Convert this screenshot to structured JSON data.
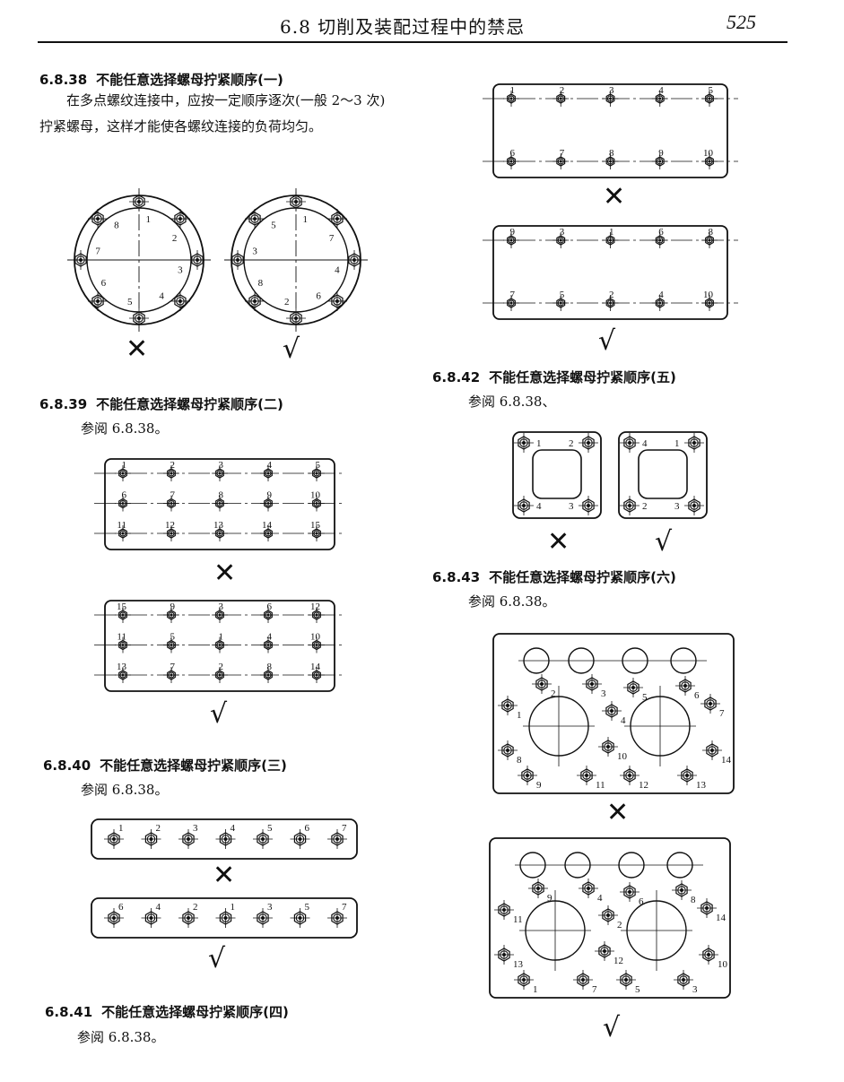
{
  "header": {
    "running_title": "6.8   切削及装配过程中的禁忌",
    "page_number": "525"
  },
  "marks": {
    "wrong": "✕",
    "right": "√"
  },
  "s38": {
    "number": "6.8.38",
    "title": "不能任意选择螺母拧紧顺序(一)",
    "body": "在多点螺纹连接中，应按一定顺序逐次(一般 2～3 次)拧紧螺母，这样才能使各螺纹连接的负荷均匀。",
    "wrong_labels": [
      "1",
      "2",
      "3",
      "4",
      "5",
      "6",
      "7",
      "8"
    ],
    "right_labels": [
      "1",
      "7",
      "4",
      "6",
      "2",
      "8",
      "3",
      "5"
    ]
  },
  "s39": {
    "number": "6.8.39",
    "title": "不能任意选择螺母拧紧顺序(二)",
    "ref": "参阅 6.8.38。",
    "wrong_rows": [
      [
        "1",
        "2",
        "3",
        "4",
        "5"
      ],
      [
        "6",
        "7",
        "8",
        "9",
        "10"
      ],
      [
        "11",
        "12",
        "13",
        "14",
        "15"
      ]
    ],
    "right_rows": [
      [
        "15",
        "9",
        "3",
        "6",
        "12"
      ],
      [
        "11",
        "5",
        "1",
        "4",
        "10"
      ],
      [
        "13",
        "7",
        "2",
        "8",
        "14"
      ]
    ]
  },
  "s40": {
    "number": "6.8.40",
    "title": "不能任意选择螺母拧紧顺序(三)",
    "ref": "参阅 6.8.38。",
    "wrong": [
      "1",
      "2",
      "3",
      "4",
      "5",
      "6",
      "7"
    ],
    "right": [
      "6",
      "4",
      "2",
      "1",
      "3",
      "5",
      "7"
    ]
  },
  "s41": {
    "number": "6.8.41",
    "title": "不能任意选择螺母拧紧顺序(四)",
    "ref": "参阅 6.8.38。",
    "wrong_rows": [
      [
        "1",
        "2",
        "3",
        "4",
        "5"
      ],
      [
        "6",
        "7",
        "8",
        "9",
        "10"
      ]
    ],
    "right_rows": [
      [
        "9",
        "3",
        "1",
        "6",
        "8"
      ],
      [
        "7",
        "5",
        "2",
        "4",
        "10"
      ]
    ]
  },
  "s42": {
    "number": "6.8.42",
    "title": "不能任意选择螺母拧紧顺序(五)",
    "ref": "参阅 6.8.38、",
    "wrong": [
      "1",
      "2",
      "4",
      "3"
    ],
    "right": [
      "4",
      "1",
      "2",
      "3"
    ]
  },
  "s43": {
    "number": "6.8.43",
    "title": "不能任意选择螺母拧紧顺序(六)",
    "ref": "参阅 6.8.38。",
    "wrong": [
      "1",
      "2",
      "3",
      "4",
      "5",
      "6",
      "7",
      "8",
      "9",
      "10",
      "11",
      "12",
      "13",
      "14"
    ],
    "right": [
      "11",
      "9",
      "4",
      "2",
      "6",
      "8",
      "14",
      "13",
      "1",
      "12",
      "7",
      "5",
      "3",
      "10"
    ]
  }
}
